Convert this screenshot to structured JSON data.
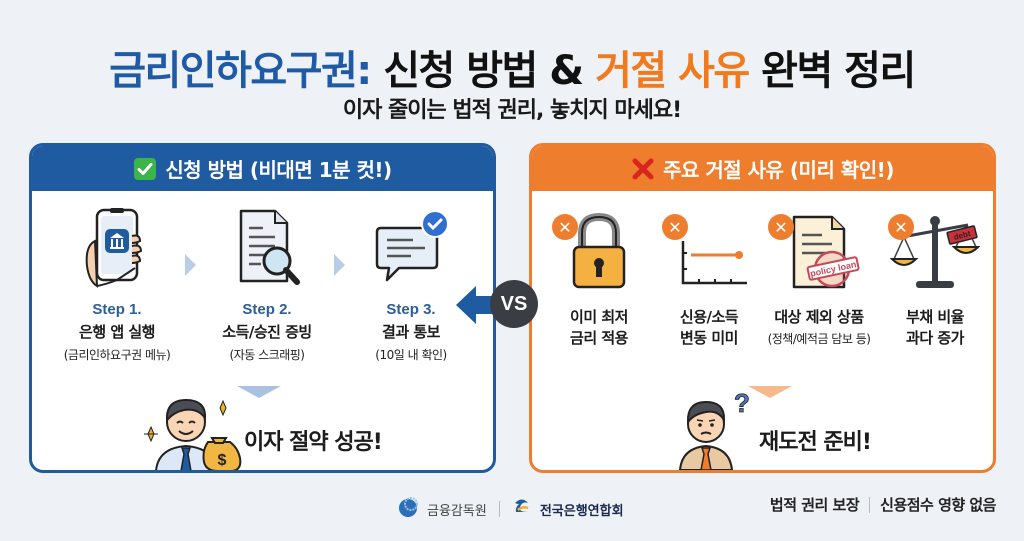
{
  "title": {
    "part1": "금리인하요구권:",
    "part2": " 신청 방법 & ",
    "part3": "거절 사유",
    "part4": " 완벽 정리"
  },
  "subtitle": "이자 줄이는 법적 권리, 놓치지 마세요!",
  "left_panel": {
    "header": "신청 방법 (비대면 1분 컷!)",
    "header_icon": "check-mark-icon",
    "steps": [
      {
        "label": "Step 1.",
        "name": "은행 앱 실행",
        "desc": "(금리인하요구권 메뉴)",
        "icon": "phone-bank-app-icon"
      },
      {
        "label": "Step 2.",
        "name": "소득/승진 증빙",
        "desc": "(자동 스크래핑)",
        "icon": "document-magnifier-icon"
      },
      {
        "label": "Step 3.",
        "name": "결과 통보",
        "desc": "(10일 내 확인)",
        "icon": "message-check-icon"
      }
    ],
    "result": "이자 절약 성공!",
    "result_icon": "happy-man-money-bag-icon"
  },
  "vs_label": "VS",
  "right_panel": {
    "header": "주요 거절 사유 (미리 확인!)",
    "header_icon": "cross-mark-icon",
    "reasons": [
      {
        "name_line1": "이미 최저",
        "name_line2": "금리 적용",
        "desc": "",
        "icon": "padlock-icon"
      },
      {
        "name_line1": "신용/소득",
        "name_line2": "변동 미미",
        "desc": "",
        "icon": "flat-line-chart-icon"
      },
      {
        "name_line1": "대상 제외 상품",
        "name_line2": "",
        "desc": "(정책/예적금 담보 등)",
        "icon": "policy-loan-stamp-icon",
        "stamp": "policy loan"
      },
      {
        "name_line1": "부채 비율",
        "name_line2": "과다 증가",
        "desc": "",
        "icon": "debt-scale-icon",
        "tag": "debt"
      }
    ],
    "result": "재도전 준비!",
    "result_icon": "confused-man-icon"
  },
  "footer": {
    "org1": "금융감독원",
    "org2": "전국은행연합회",
    "note1": "법적 권리 보장",
    "note2": "신용점수 영향 없음"
  },
  "colors": {
    "blue": "#1f5ba0",
    "orange": "#ee7d2e",
    "background": "#eef1f5",
    "vs": "#3a3d44"
  }
}
